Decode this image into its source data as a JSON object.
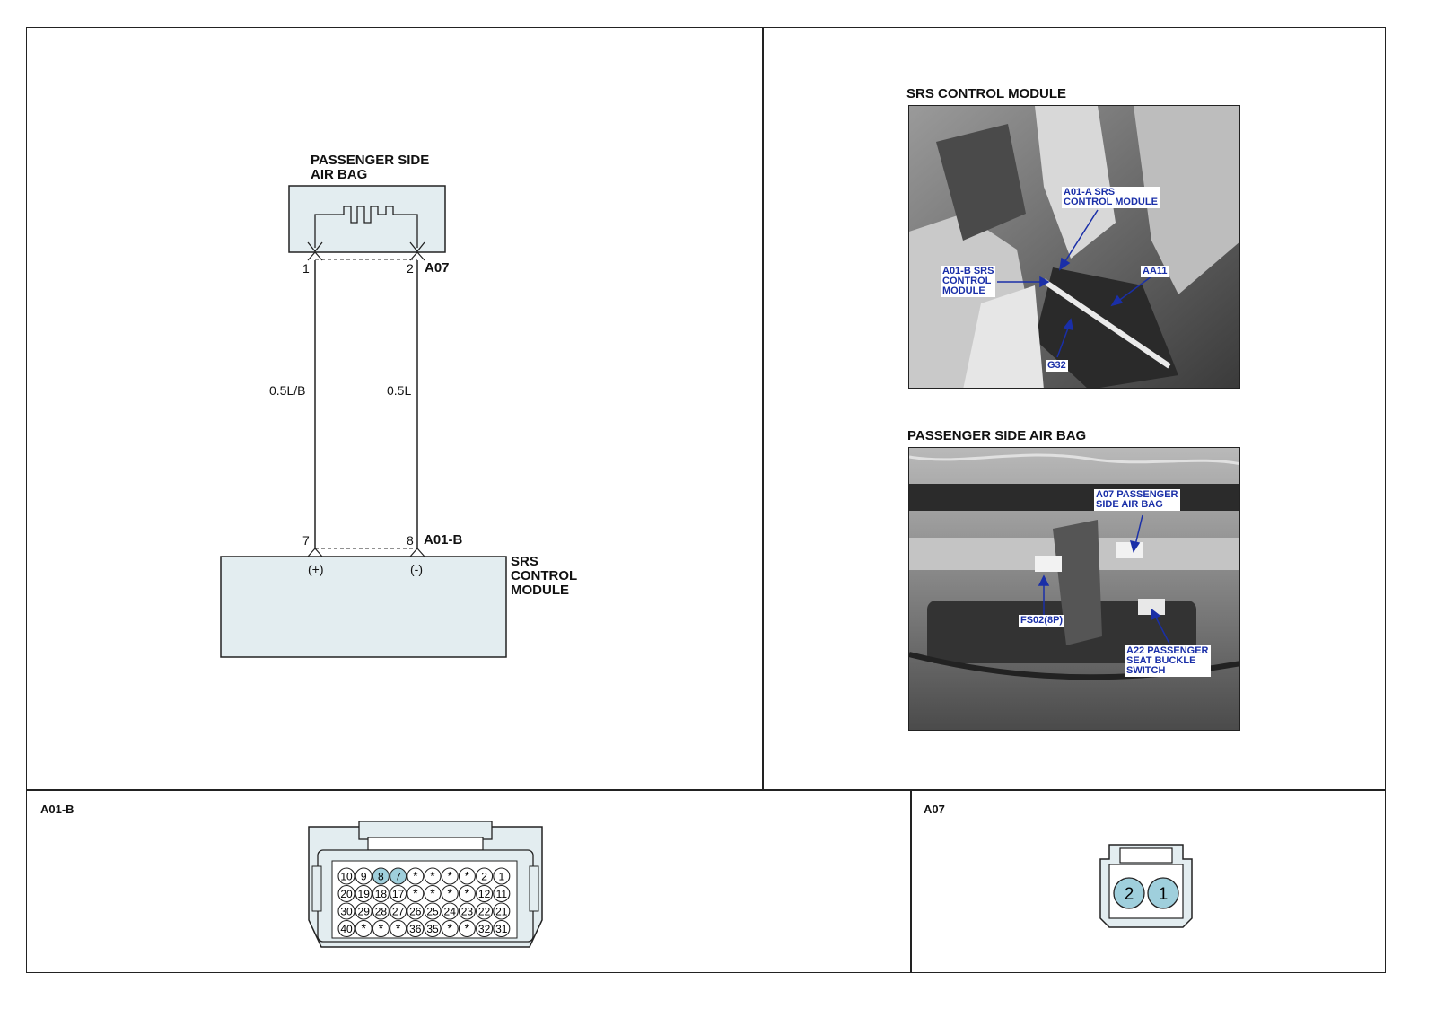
{
  "schematic": {
    "component_top": "PASSENGER SIDE\nAIR BAG",
    "component_bottom": "SRS\nCONTROL\nMODULE",
    "connector_top": "A07",
    "connector_bottom": "A01-B",
    "pins": {
      "top_left": "1",
      "top_right": "2",
      "bottom_left": "7",
      "bottom_right": "8"
    },
    "polarity": {
      "left": "(+)",
      "right": "(-)"
    },
    "wires": {
      "left": "0.5L/B",
      "right": "0.5L"
    }
  },
  "photos": {
    "srs": {
      "title": "SRS CONTROL MODULE",
      "callouts": {
        "a01a": "A01-A SRS\nCONTROL MODULE",
        "a01b": "A01-B SRS\nCONTROL\nMODULE",
        "aa11": "AA11",
        "g32": "G32"
      }
    },
    "airbag": {
      "title": "PASSENGER SIDE AIR BAG",
      "callouts": {
        "a07": "A07 PASSENGER\nSIDE AIR BAG",
        "fs02": "FS02(8P)",
        "a22": "A22 PASSENGER\nSEAT BUCKLE\nSWITCH"
      }
    }
  },
  "connector_views": {
    "a01b": {
      "label": "A01-B",
      "rows": [
        [
          "10",
          "9",
          "8",
          "7",
          "*",
          "*",
          "*",
          "*",
          "2",
          "1"
        ],
        [
          "20",
          "19",
          "18",
          "17",
          "*",
          "*",
          "*",
          "*",
          "12",
          "11"
        ],
        [
          "30",
          "29",
          "28",
          "27",
          "26",
          "25",
          "24",
          "23",
          "22",
          "21"
        ],
        [
          "40",
          "*",
          "*",
          "*",
          "36",
          "35",
          "*",
          "*",
          "32",
          "31"
        ]
      ],
      "highlighted": [
        "8",
        "7"
      ]
    },
    "a07": {
      "label": "A07",
      "pins": [
        "2",
        "1"
      ]
    }
  },
  "colors": {
    "component_fill": "#e3edf0",
    "pin_highlight": "#9fcfdc",
    "callout_text": "#1a2fa8",
    "line": "#222222"
  }
}
